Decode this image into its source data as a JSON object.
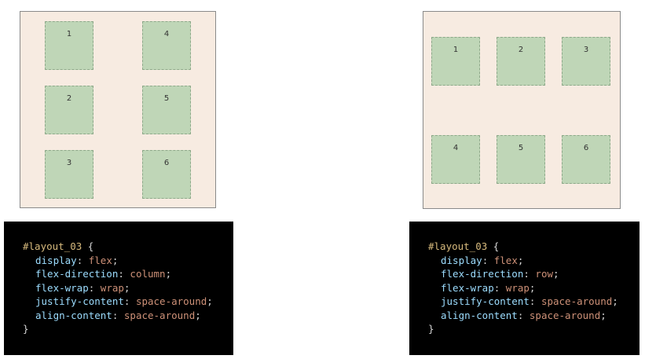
{
  "left_example": {
    "boxes": [
      "1",
      "2",
      "3",
      "4",
      "5",
      "6"
    ],
    "code": {
      "selector": "#layout_03",
      "open_brace": " {",
      "close_brace": "}",
      "declarations": [
        {
          "property": "display",
          "value": "flex"
        },
        {
          "property": "flex-direction",
          "value": "column"
        },
        {
          "property": "flex-wrap",
          "value": "wrap"
        },
        {
          "property": "justify-content",
          "value": "space-around"
        },
        {
          "property": "align-content",
          "value": "space-around"
        }
      ]
    }
  },
  "right_example": {
    "boxes": [
      "1",
      "2",
      "3",
      "4",
      "5",
      "6"
    ],
    "code": {
      "selector": "#layout_03",
      "open_brace": " {",
      "close_brace": "}",
      "declarations": [
        {
          "property": "display",
          "value": "flex"
        },
        {
          "property": "flex-direction",
          "value": "row"
        },
        {
          "property": "flex-wrap",
          "value": "wrap"
        },
        {
          "property": "justify-content",
          "value": "space-around"
        },
        {
          "property": "align-content",
          "value": "space-around"
        }
      ]
    }
  },
  "colors": {
    "panel_background": "#f7ebe1",
    "box_fill": "#bfd6b7",
    "code_background": "#000000",
    "selector_color": "#d7ba7d",
    "property_color": "#9cdcfe",
    "value_color": "#ce9178"
  }
}
